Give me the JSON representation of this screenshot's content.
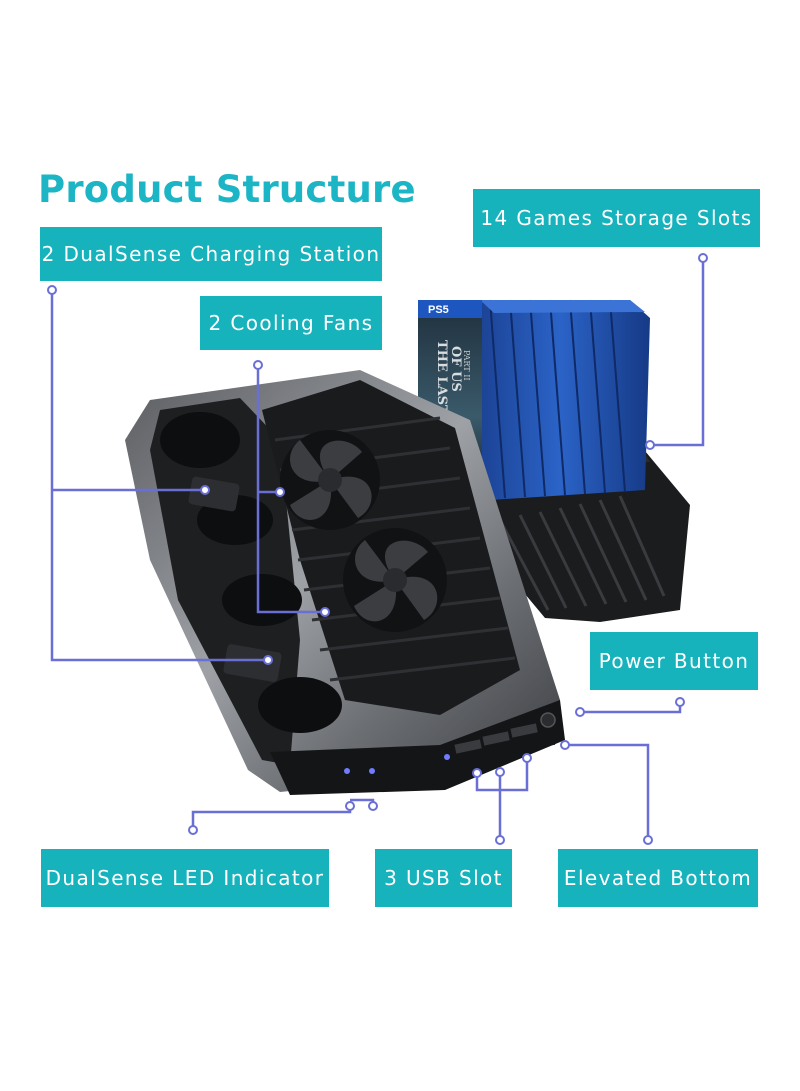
{
  "heading": "Product Structure",
  "labels": {
    "charging": "2 DualSense Charging Station",
    "fans": "2 Cooling Fans",
    "storage": "14 Games Storage  Slots",
    "power": "Power Button",
    "led": "DualSense LED Indicator",
    "usb": "3 USB Slot",
    "bottom": "Elevated Bottom"
  },
  "game_box": {
    "platform": "PS5",
    "game_title_line1": "THE LAST",
    "game_title_line2": "OF US",
    "game_title_line3": "PART II"
  },
  "colors": {
    "accent": "#17b3bd",
    "heading": "#1bb5c5",
    "callout_line": "#6a6fd6",
    "device_dark": "#1e1f21",
    "game_case_blue": "#1d4ea8"
  }
}
